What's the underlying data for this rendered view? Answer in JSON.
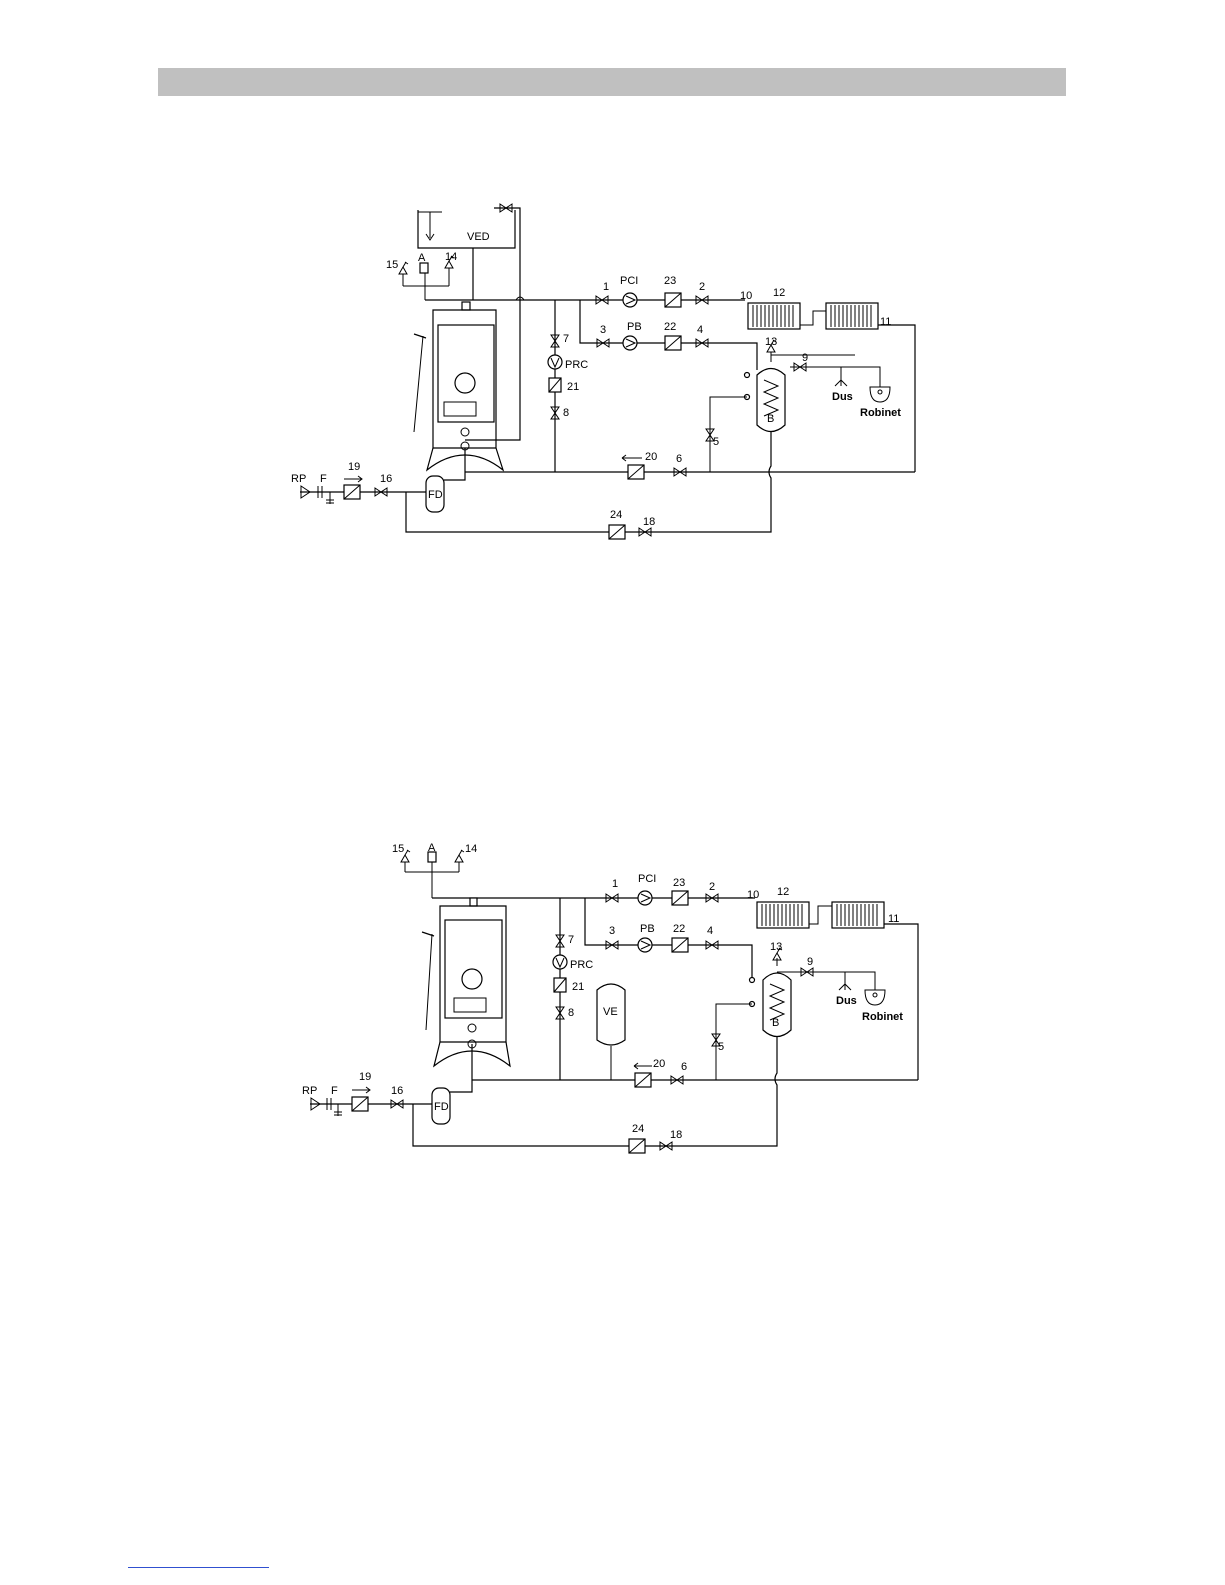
{
  "diagram1": {
    "labels": {
      "ved": "VED",
      "a": "A",
      "n15": "15",
      "n14": "14",
      "n1": "1",
      "pci": "PCI",
      "n23": "23",
      "n2": "2",
      "n10": "10",
      "n12": "12",
      "n3": "3",
      "pb": "PB",
      "n22": "22",
      "n4": "4",
      "n11": "11",
      "n7": "7",
      "prc": "PRC",
      "n21": "21",
      "n8": "8",
      "n13": "13",
      "n9": "9",
      "dus": "Dus",
      "robinet": "Robinet",
      "b": "B",
      "n5": "5",
      "n20": "20",
      "n6": "6",
      "rp": "RP",
      "f": "F",
      "n19": "19",
      "n16": "16",
      "fd": "FD",
      "n24": "24",
      "n18": "18"
    }
  },
  "diagram2": {
    "labels": {
      "n15": "15",
      "a": "A",
      "n14": "14",
      "n1": "1",
      "pci": "PCI",
      "n23": "23",
      "n2": "2",
      "n10": "10",
      "n12": "12",
      "n3": "3",
      "pb": "PB",
      "n22": "22",
      "n4": "4",
      "n11": "11",
      "n7": "7",
      "prc": "PRC",
      "n21": "21",
      "n8": "8",
      "ve": "VE",
      "n13": "13",
      "n9": "9",
      "dus": "Dus",
      "robinet": "Robinet",
      "b": "B",
      "n5": "5",
      "n20": "20",
      "n6": "6",
      "rp": "RP",
      "f": "F",
      "n19": "19",
      "n16": "16",
      "fd": "FD",
      "n24": "24",
      "n18": "18"
    }
  }
}
